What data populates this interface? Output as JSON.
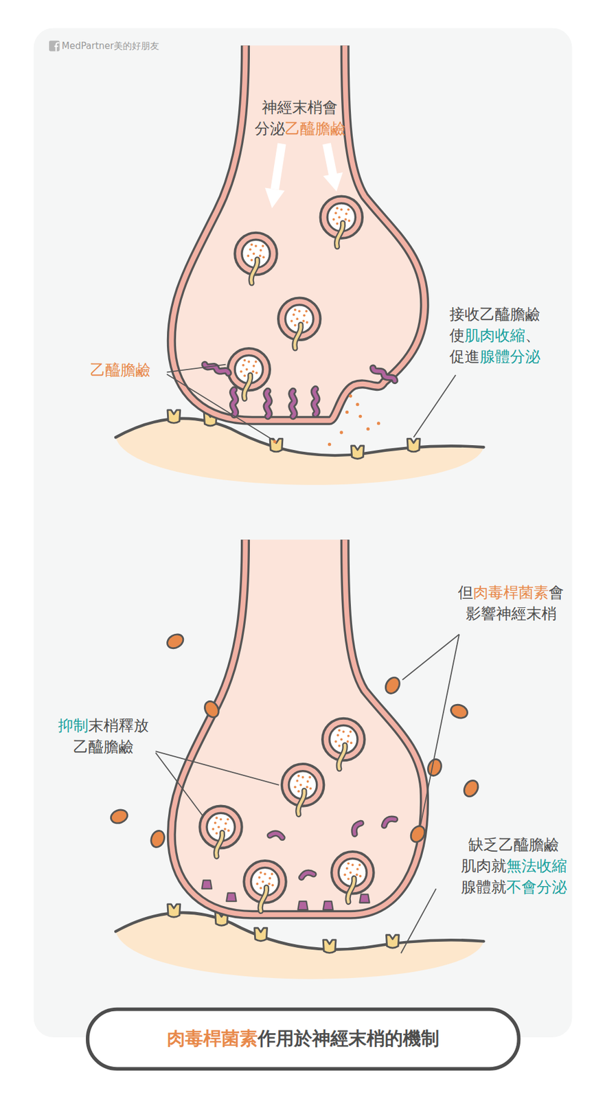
{
  "diagram": {
    "title": "肉毒桿菌素作用於神經末梢的機制",
    "labels": [
      "MedPartner美的好朋友",
      "神經末梢會 分泌乙醯膽鹼",
      "乙醯膽鹼",
      "接收乙醯膽鹼 使肌肉收縮、 促進腺體分泌",
      "但肉毒桿菌素會 影響神經末梢",
      "抑制末梢釋放 乙醯膽鹼",
      "缺乏乙醯膽鹼 肌肉就無法收縮 腺體就不會分泌"
    ]
  }
}
